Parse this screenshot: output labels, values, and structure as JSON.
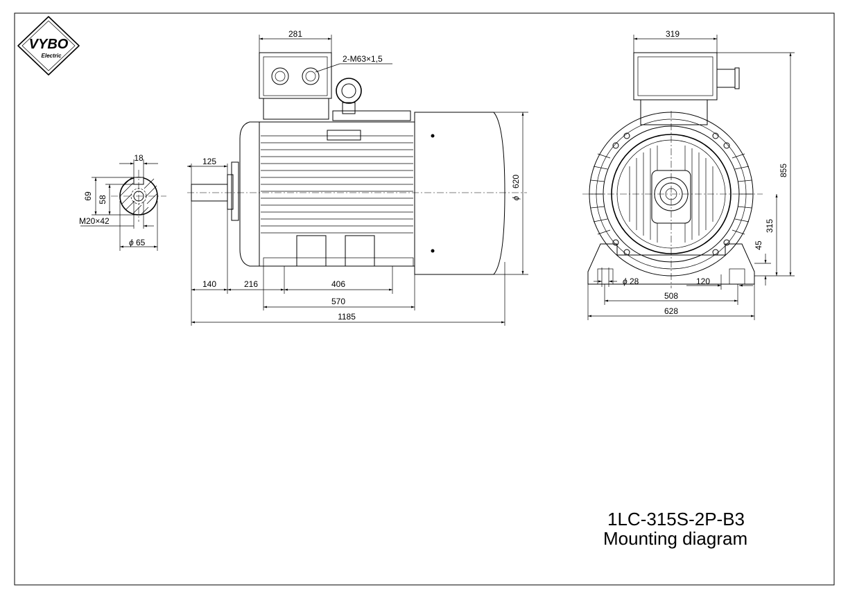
{
  "logo": {
    "brand_text": "VYBO",
    "sub_text": "Electric"
  },
  "title": {
    "model": "1LC-315S-2P-B3",
    "subtitle": "Mounting diagram"
  },
  "shaft_detail": {
    "key_width": "18",
    "dim_69": "69",
    "dim_58": "58",
    "thread": "M20×42",
    "shaft_dia": "65"
  },
  "side_view": {
    "terminal_box_width": "281",
    "cable_gland": "2-M63×1,5",
    "shaft_length": "125",
    "body_diameter": "620",
    "dim_140": "140",
    "dim_216": "216",
    "dim_406": "406",
    "dim_570": "570",
    "overall_length": "1185"
  },
  "end_view": {
    "terminal_box_width": "319",
    "overall_height": "855",
    "shaft_height": "315",
    "foot_height": "45",
    "hole_dia": "28",
    "foot_width": "120",
    "hole_spacing": "508",
    "overall_width": "628"
  },
  "icons": [
    "diameter-symbol",
    "logo-badge"
  ]
}
